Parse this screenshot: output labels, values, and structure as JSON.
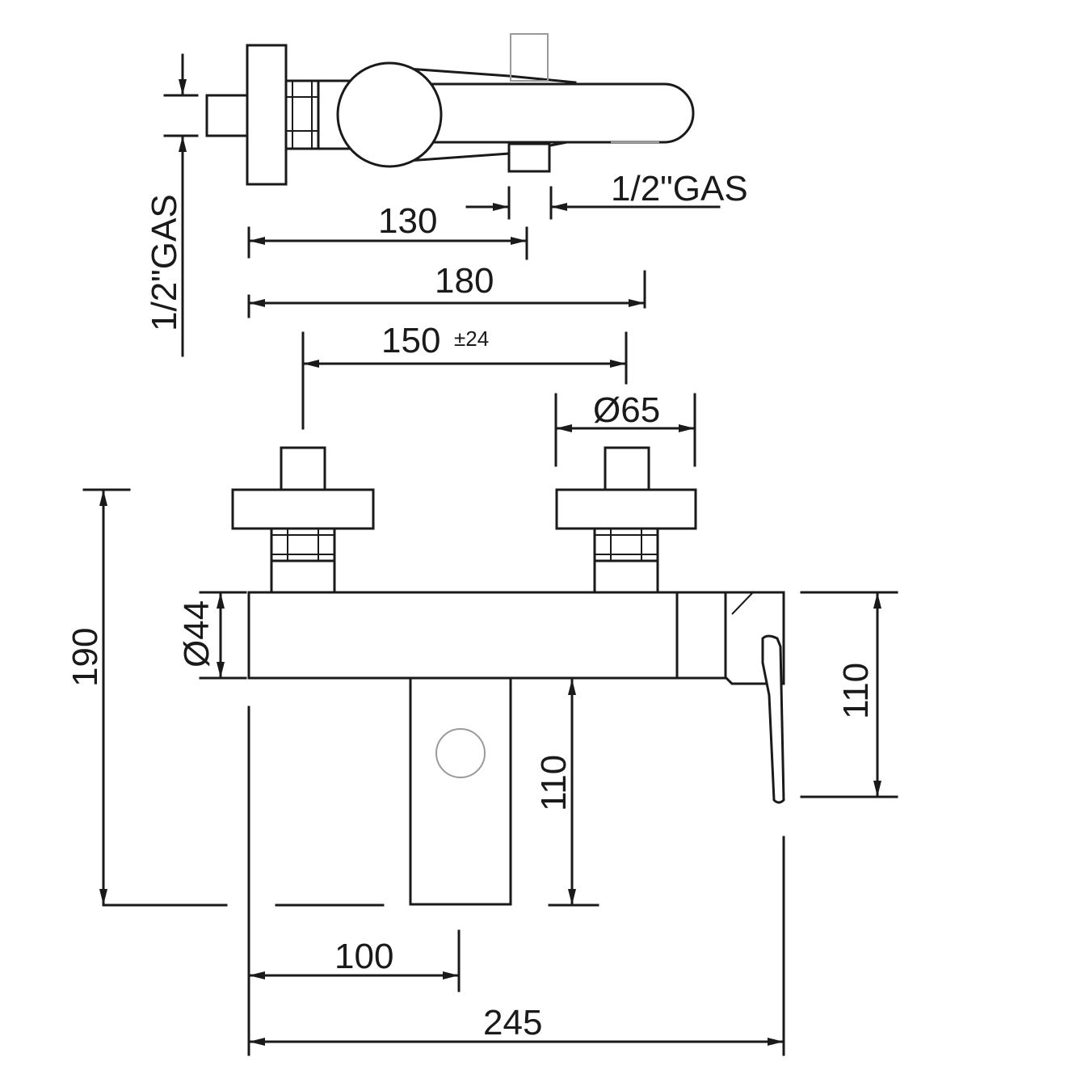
{
  "dimensions": {
    "inlet_thread_side": "1/2\"GAS",
    "outlet_thread": "1/2\"GAS",
    "depth_to_outlet": "130",
    "depth_total": "180",
    "inlet_spacing": "150",
    "inlet_spacing_tolerance": "±24",
    "rosette_diameter": "Ø65",
    "body_diameter": "Ø44",
    "total_height": "190",
    "spout_height": "110",
    "lever_height": "110",
    "spout_offset": "100",
    "total_width": "245"
  }
}
